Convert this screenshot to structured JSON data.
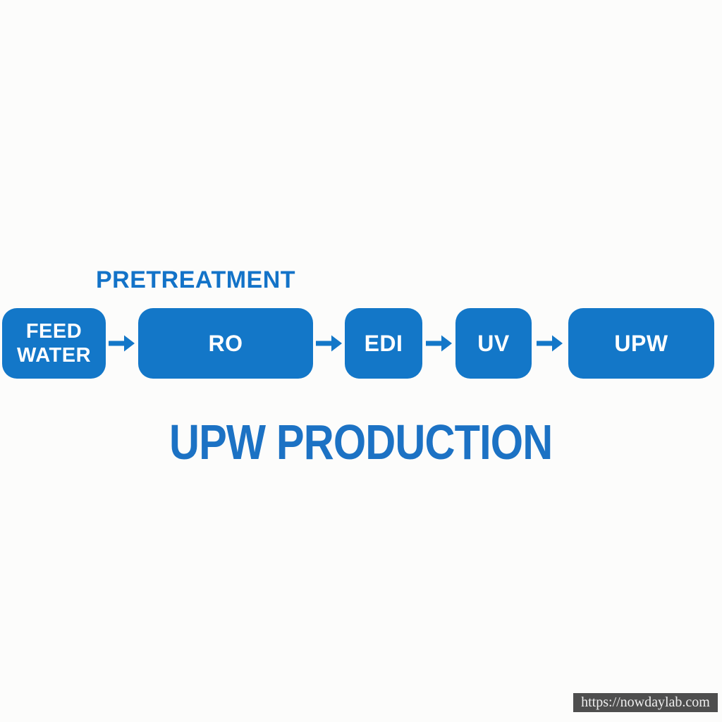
{
  "page": {
    "background": "#FCFCFB"
  },
  "diagram": {
    "pretreatment_label": "PRETREATMENT",
    "title": "UPW PRODUCTION",
    "nodes": [
      {
        "id": "feed-water",
        "label": "FEED WATER"
      },
      {
        "id": "ro",
        "label": "RO"
      },
      {
        "id": "edi",
        "label": "EDI"
      },
      {
        "id": "uv",
        "label": "UV"
      },
      {
        "id": "upw",
        "label": "UPW"
      }
    ],
    "arrows": [
      "right",
      "right",
      "right",
      "right"
    ],
    "colors": {
      "node_fill": "#1377C8",
      "node_text": "#FFFFFF",
      "arrow": "#1377C8",
      "label_blue": "#1373C8",
      "title_blue": "#1C72C4"
    }
  },
  "watermark": {
    "text": "https://nowdaylab.com",
    "background": "#4E4E4E",
    "text_color": "#EFEFEF"
  }
}
